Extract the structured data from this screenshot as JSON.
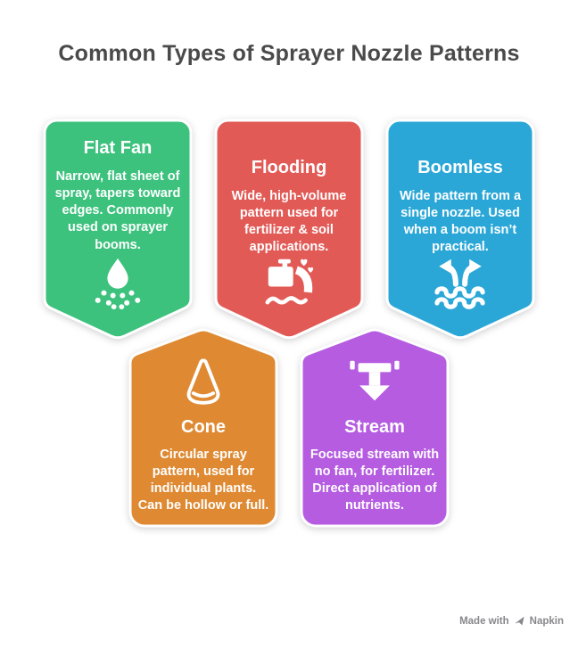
{
  "page": {
    "background": "#ffffff",
    "title_color": "#4a4a4a",
    "card_text_color": "#ffffff",
    "card_border_color": "#ffffff"
  },
  "header": {
    "title": "Common Types of Sprayer Nozzle Patterns"
  },
  "cards": [
    {
      "id": "flat-fan",
      "title": "Flat Fan",
      "description": "Narrow, flat sheet of spray, tapers toward edges. Commonly used on sprayer booms.",
      "color": "#3dc27e",
      "icon": "droplet-spray-icon",
      "orientation": "point-down"
    },
    {
      "id": "flooding",
      "title": "Flooding",
      "description": "Wide, high-volume pattern used for fertilizer & soil applications.",
      "color": "#e25a56",
      "icon": "faucet-flood-icon",
      "orientation": "point-down"
    },
    {
      "id": "boomless",
      "title": "Boomless",
      "description": "Wide pattern from a single nozzle. Used when a boom isn’t practical.",
      "color": "#2ba7d7",
      "icon": "spread-arrows-waves-icon",
      "orientation": "point-down"
    },
    {
      "id": "cone",
      "title": "Cone",
      "description": "Circular spray pattern, used for individual plants. Can be hollow or full.",
      "color": "#df8a33",
      "icon": "cone-icon",
      "orientation": "point-up"
    },
    {
      "id": "stream",
      "title": "Stream",
      "description": "Focused stream with no fan, for fertilizer. Direct application of nutrients.",
      "color": "#b55ce1",
      "icon": "stream-arrow-icon",
      "orientation": "point-up"
    }
  ],
  "footer": {
    "made_with": "Made with",
    "brand": "Napkin",
    "icon": "napkin-logo-icon",
    "color": "#87878c"
  }
}
